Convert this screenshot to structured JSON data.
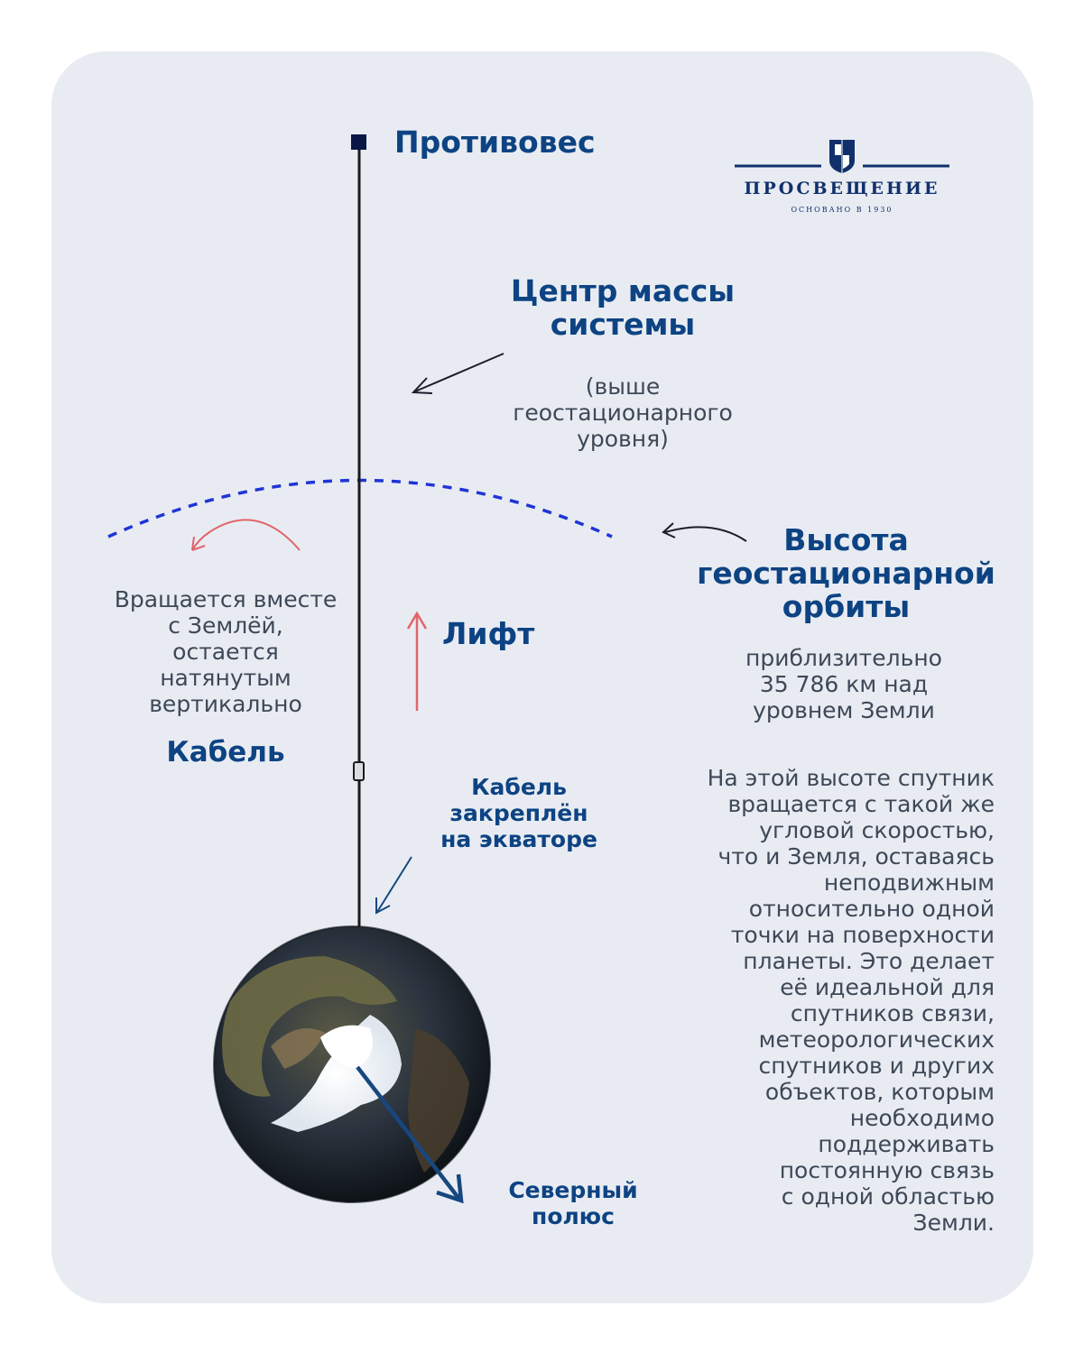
{
  "labels": {
    "counterweight": "Противовес",
    "center_of_mass_title": "Центр массы\nсистемы",
    "center_of_mass_note": "(выше\nгеостационарного\nуровня)",
    "rotates_note": "Вращается вместе\nс Землёй,\nостается\nнатянутым\nвертикально",
    "cable": "Кабель",
    "lift": "Лифт",
    "anchored": "Кабель\nзакреплён\nна экваторе",
    "geo_orbit_title": "Высота\nгеостационарной\nорбиты",
    "geo_orbit_height": "приблизительно\n35 786 км над\nуровнем Земли",
    "geo_orbit_description": "На этой высоте спутник\nвращается с такой же\nугловой скоростью,\nчто и Земля, оставаясь\nнеподвижным\nотносительно одной\nточки на поверхности\nпланеты. Это делает\nеё идеальной для\nспутников связи,\nметеорологических\nспутников и других\nобъектов, которым\nнеобходимо\nподдерживать\nпостоянную связь\nс одной областью\nЗемли.",
    "north_pole": "Северный\nполюс"
  },
  "logo": {
    "name": "ПРОСВЕЩЕНИЕ",
    "subtitle": "ОСНОВАНО В 1930"
  },
  "colors": {
    "navy_text": "#0d4383",
    "gray_text": "#3e4857",
    "orbit_dashes": "#1f35d6",
    "rotation_arrow": "#e0646b",
    "lift_arrow": "#e0646b",
    "cable": "#1a1a1a",
    "card_background": "#e8ecf2"
  }
}
